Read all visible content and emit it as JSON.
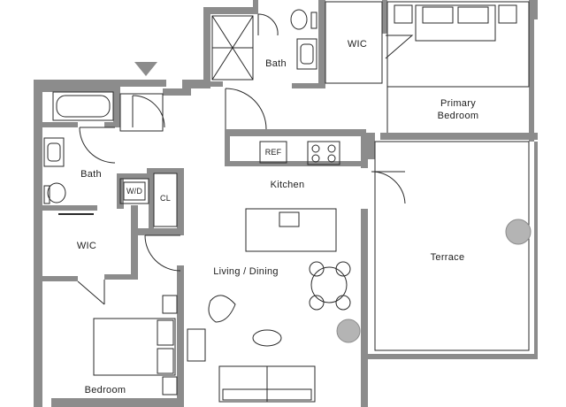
{
  "plan": {
    "rooms": {
      "bath_top": "Bath",
      "wic_top": "WIC",
      "primary_bedroom_line1": "Primary",
      "primary_bedroom_line2": "Bedroom",
      "bath_left": "Bath",
      "kitchen": "Kitchen",
      "wic_left": "WIC",
      "living_dining": "Living / Dining",
      "terrace": "Terrace",
      "bedroom": "Bedroom"
    },
    "fixtures": {
      "refrigerator": "REF",
      "washer_dryer": "W/D",
      "closet": "CL"
    },
    "colors": {
      "wall": "#8c8c8c",
      "fixture_line": "#2a2a2a",
      "fill_gray": "#b4b4b4"
    }
  }
}
